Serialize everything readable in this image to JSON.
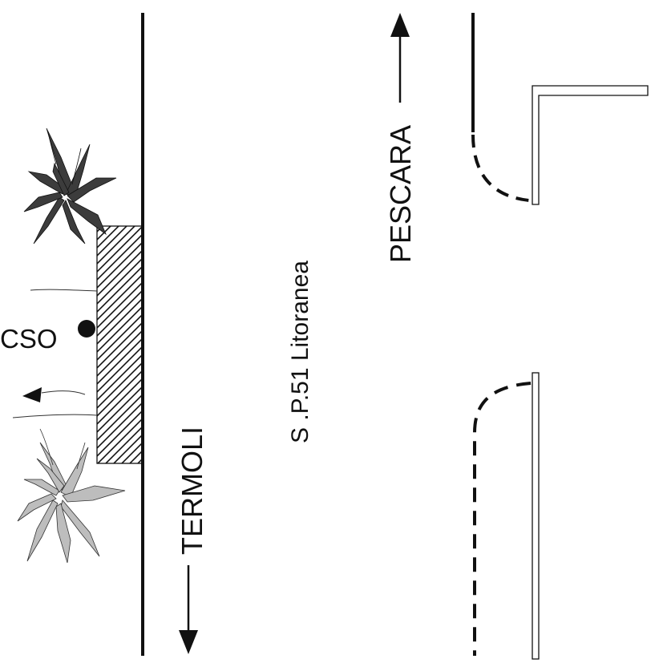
{
  "labels": {
    "road_name": "S .P.51 Litoranea",
    "direction_north": "PESCARA",
    "direction_south": "TERMOLI",
    "outfall": "CSO"
  },
  "colors": {
    "line": "#111111",
    "plant_dark": "#3c3c3c",
    "plant_light": "#bdbdbd",
    "background": "#ffffff"
  }
}
